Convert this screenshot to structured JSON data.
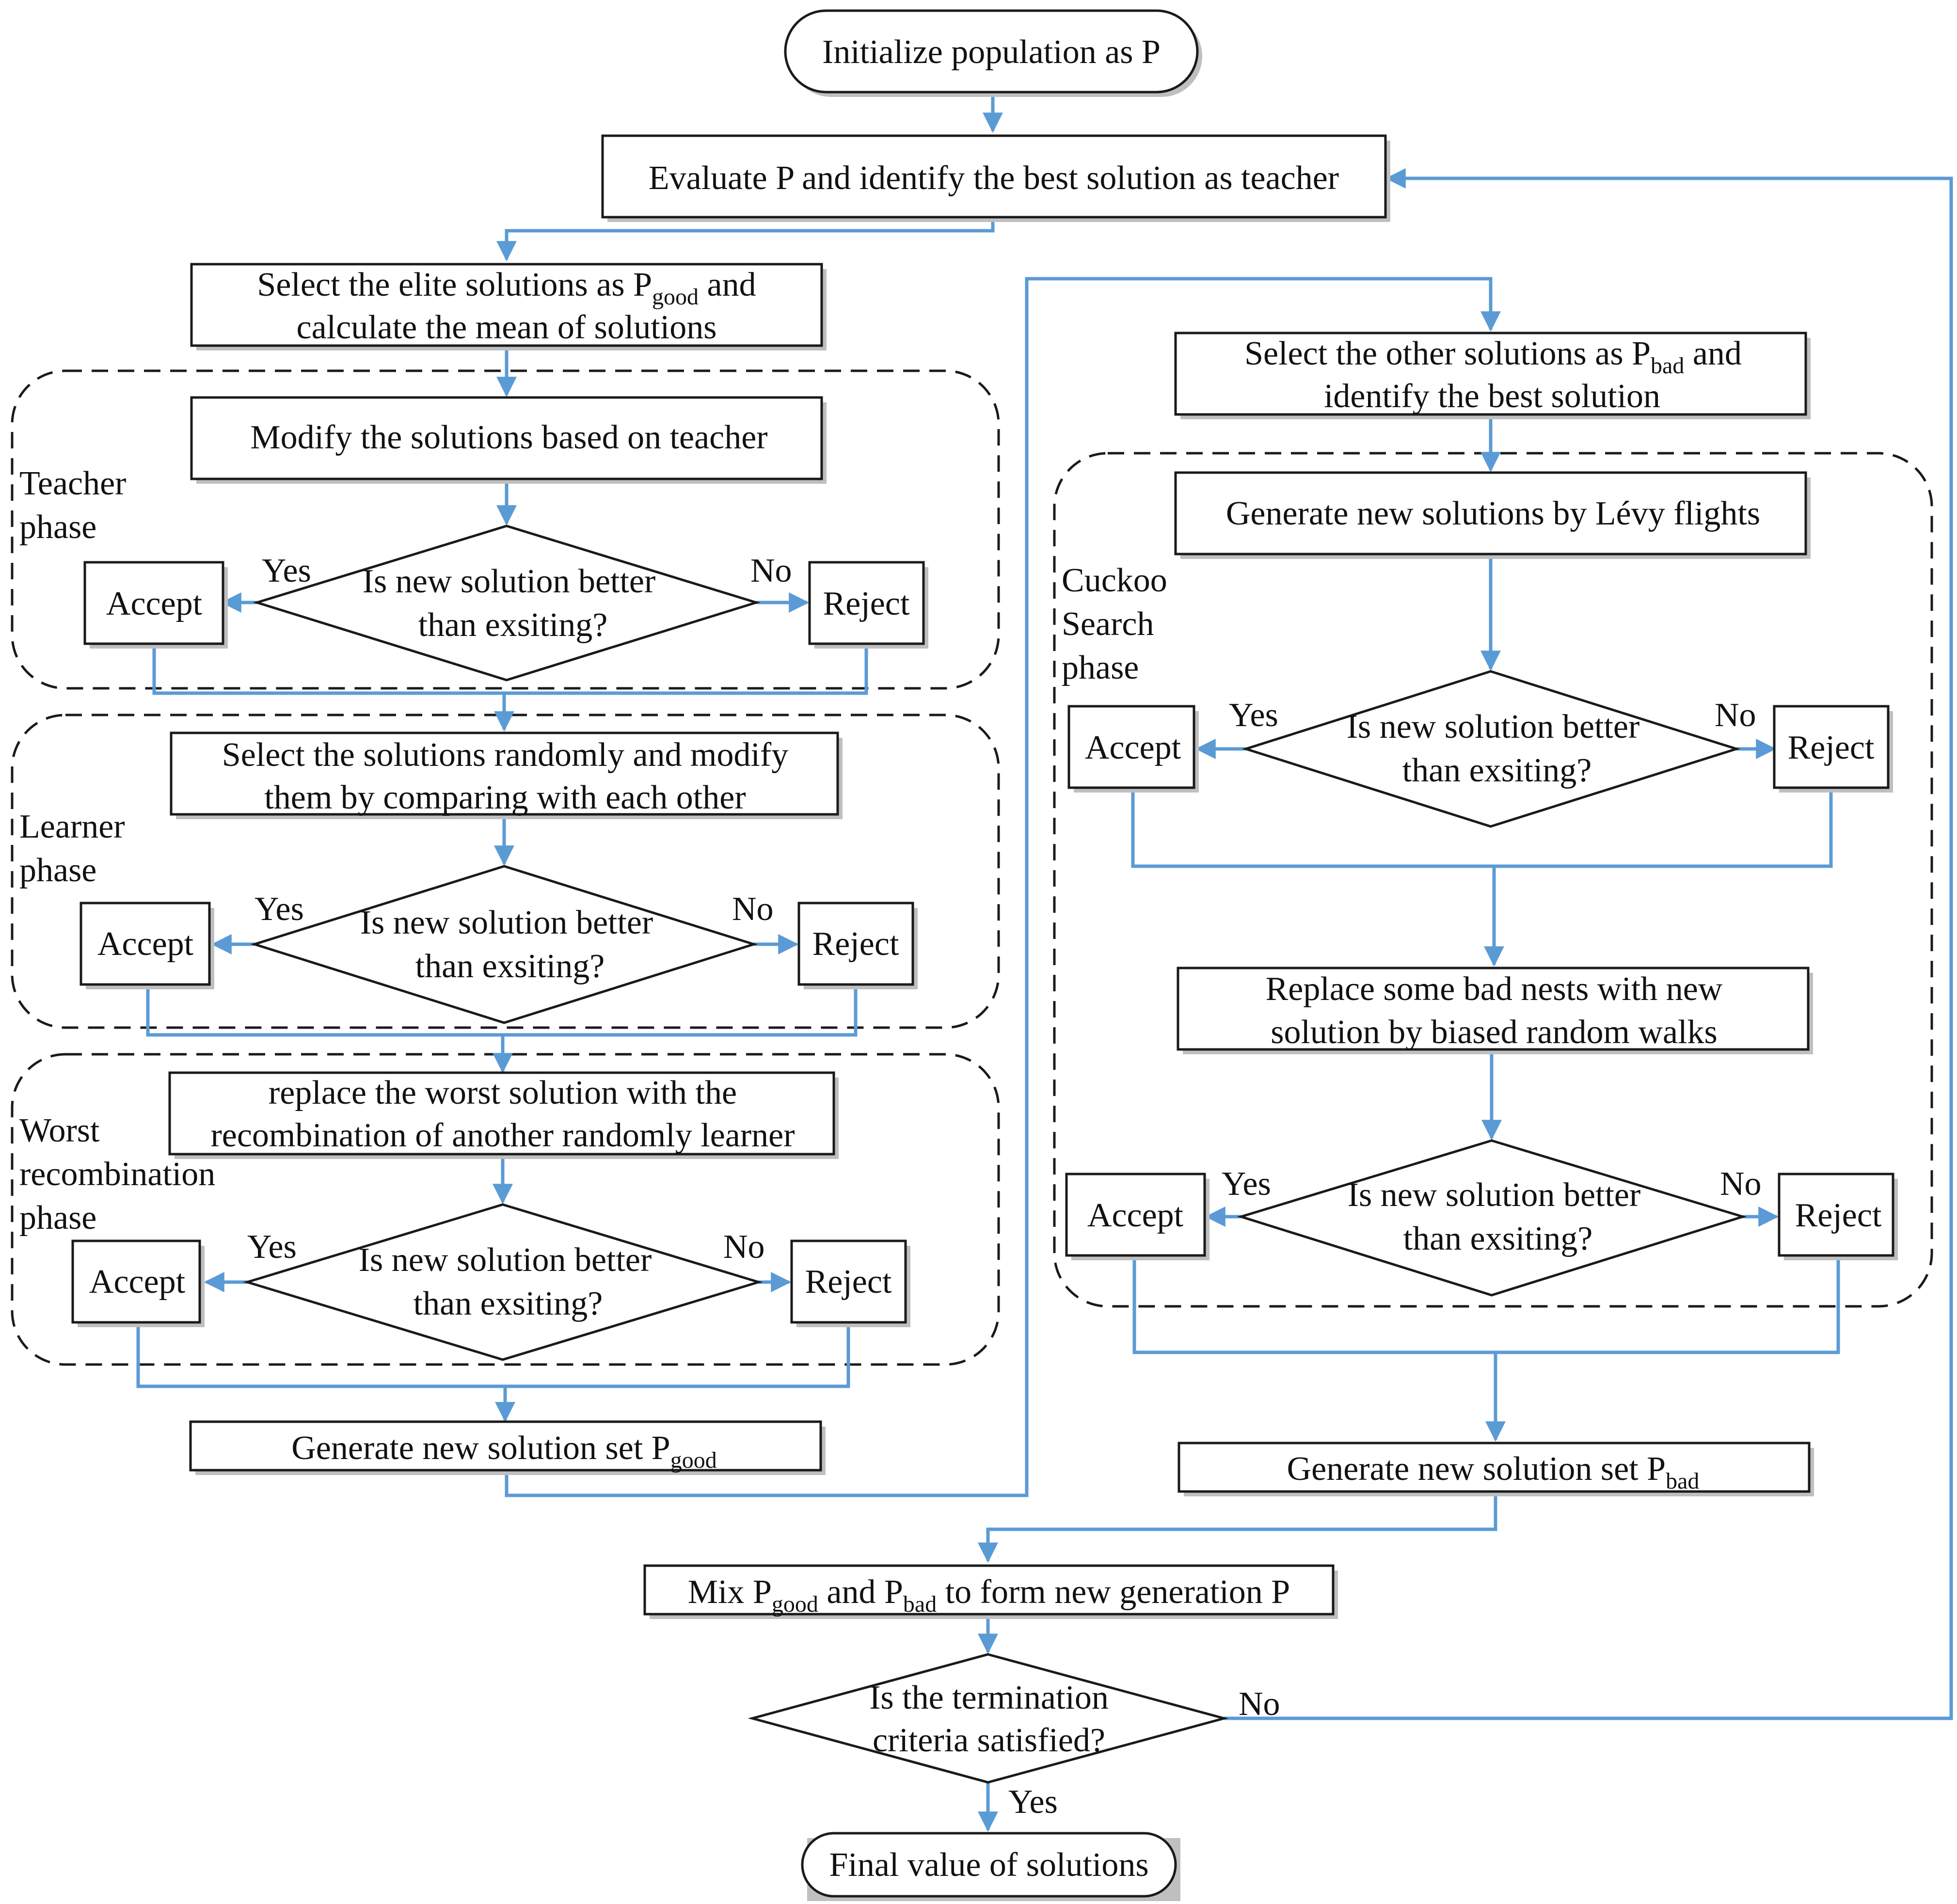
{
  "colors": {
    "connector": "#5b9bd5",
    "outline": "#1a1a1a",
    "shadow": "#bfbfbf",
    "background": "#ffffff"
  },
  "nodes": {
    "init": "Initialize population as P",
    "evaluate": "Evaluate P and identify the best solution as teacher",
    "select_good": {
      "line1_pre": "Select the elite solutions as P",
      "line1_sub": "good",
      "line1_post": " and",
      "line2": "calculate the mean of solutions"
    },
    "modify_teacher": "Modify the solutions based on teacher",
    "learner_select": {
      "line1": "Select the solutions randomly and modify",
      "line2": "them by comparing with each other"
    },
    "worst_replace": {
      "line1": "replace the worst solution with the",
      "line2": "recombination of another randomly learner"
    },
    "gen_good": {
      "pre": "Generate new solution set P",
      "sub": "good"
    },
    "select_bad": {
      "line1_pre": "Select the other solutions as P",
      "line1_sub": "bad",
      "line1_post": " and",
      "line2": "identify the best solution"
    },
    "levy": "Generate new solutions by Lévy flights",
    "biased": {
      "line1": "Replace some bad nests with new",
      "line2": "solution by biased random walks"
    },
    "gen_bad": {
      "pre": "Generate new solution set P",
      "sub": "bad"
    },
    "mix": {
      "pre": "Mix P",
      "sub1": "good",
      "mid": " and P",
      "sub2": "bad",
      "post": " to form new generation P"
    },
    "termination": {
      "line1": "Is the termination",
      "line2": "criteria satisfied?"
    },
    "final": "Final value of solutions"
  },
  "decision": {
    "line1": "Is new solution better",
    "line2": "than exsiting?"
  },
  "accept": "Accept",
  "reject": "Reject",
  "yes": "Yes",
  "no": "No",
  "phases": {
    "teacher": [
      "Teacher",
      "phase"
    ],
    "learner": [
      "Learner",
      "phase"
    ],
    "worst": [
      "Worst",
      "recombination",
      "phase"
    ],
    "cuckoo": [
      "Cuckoo",
      "Search",
      "phase"
    ]
  }
}
